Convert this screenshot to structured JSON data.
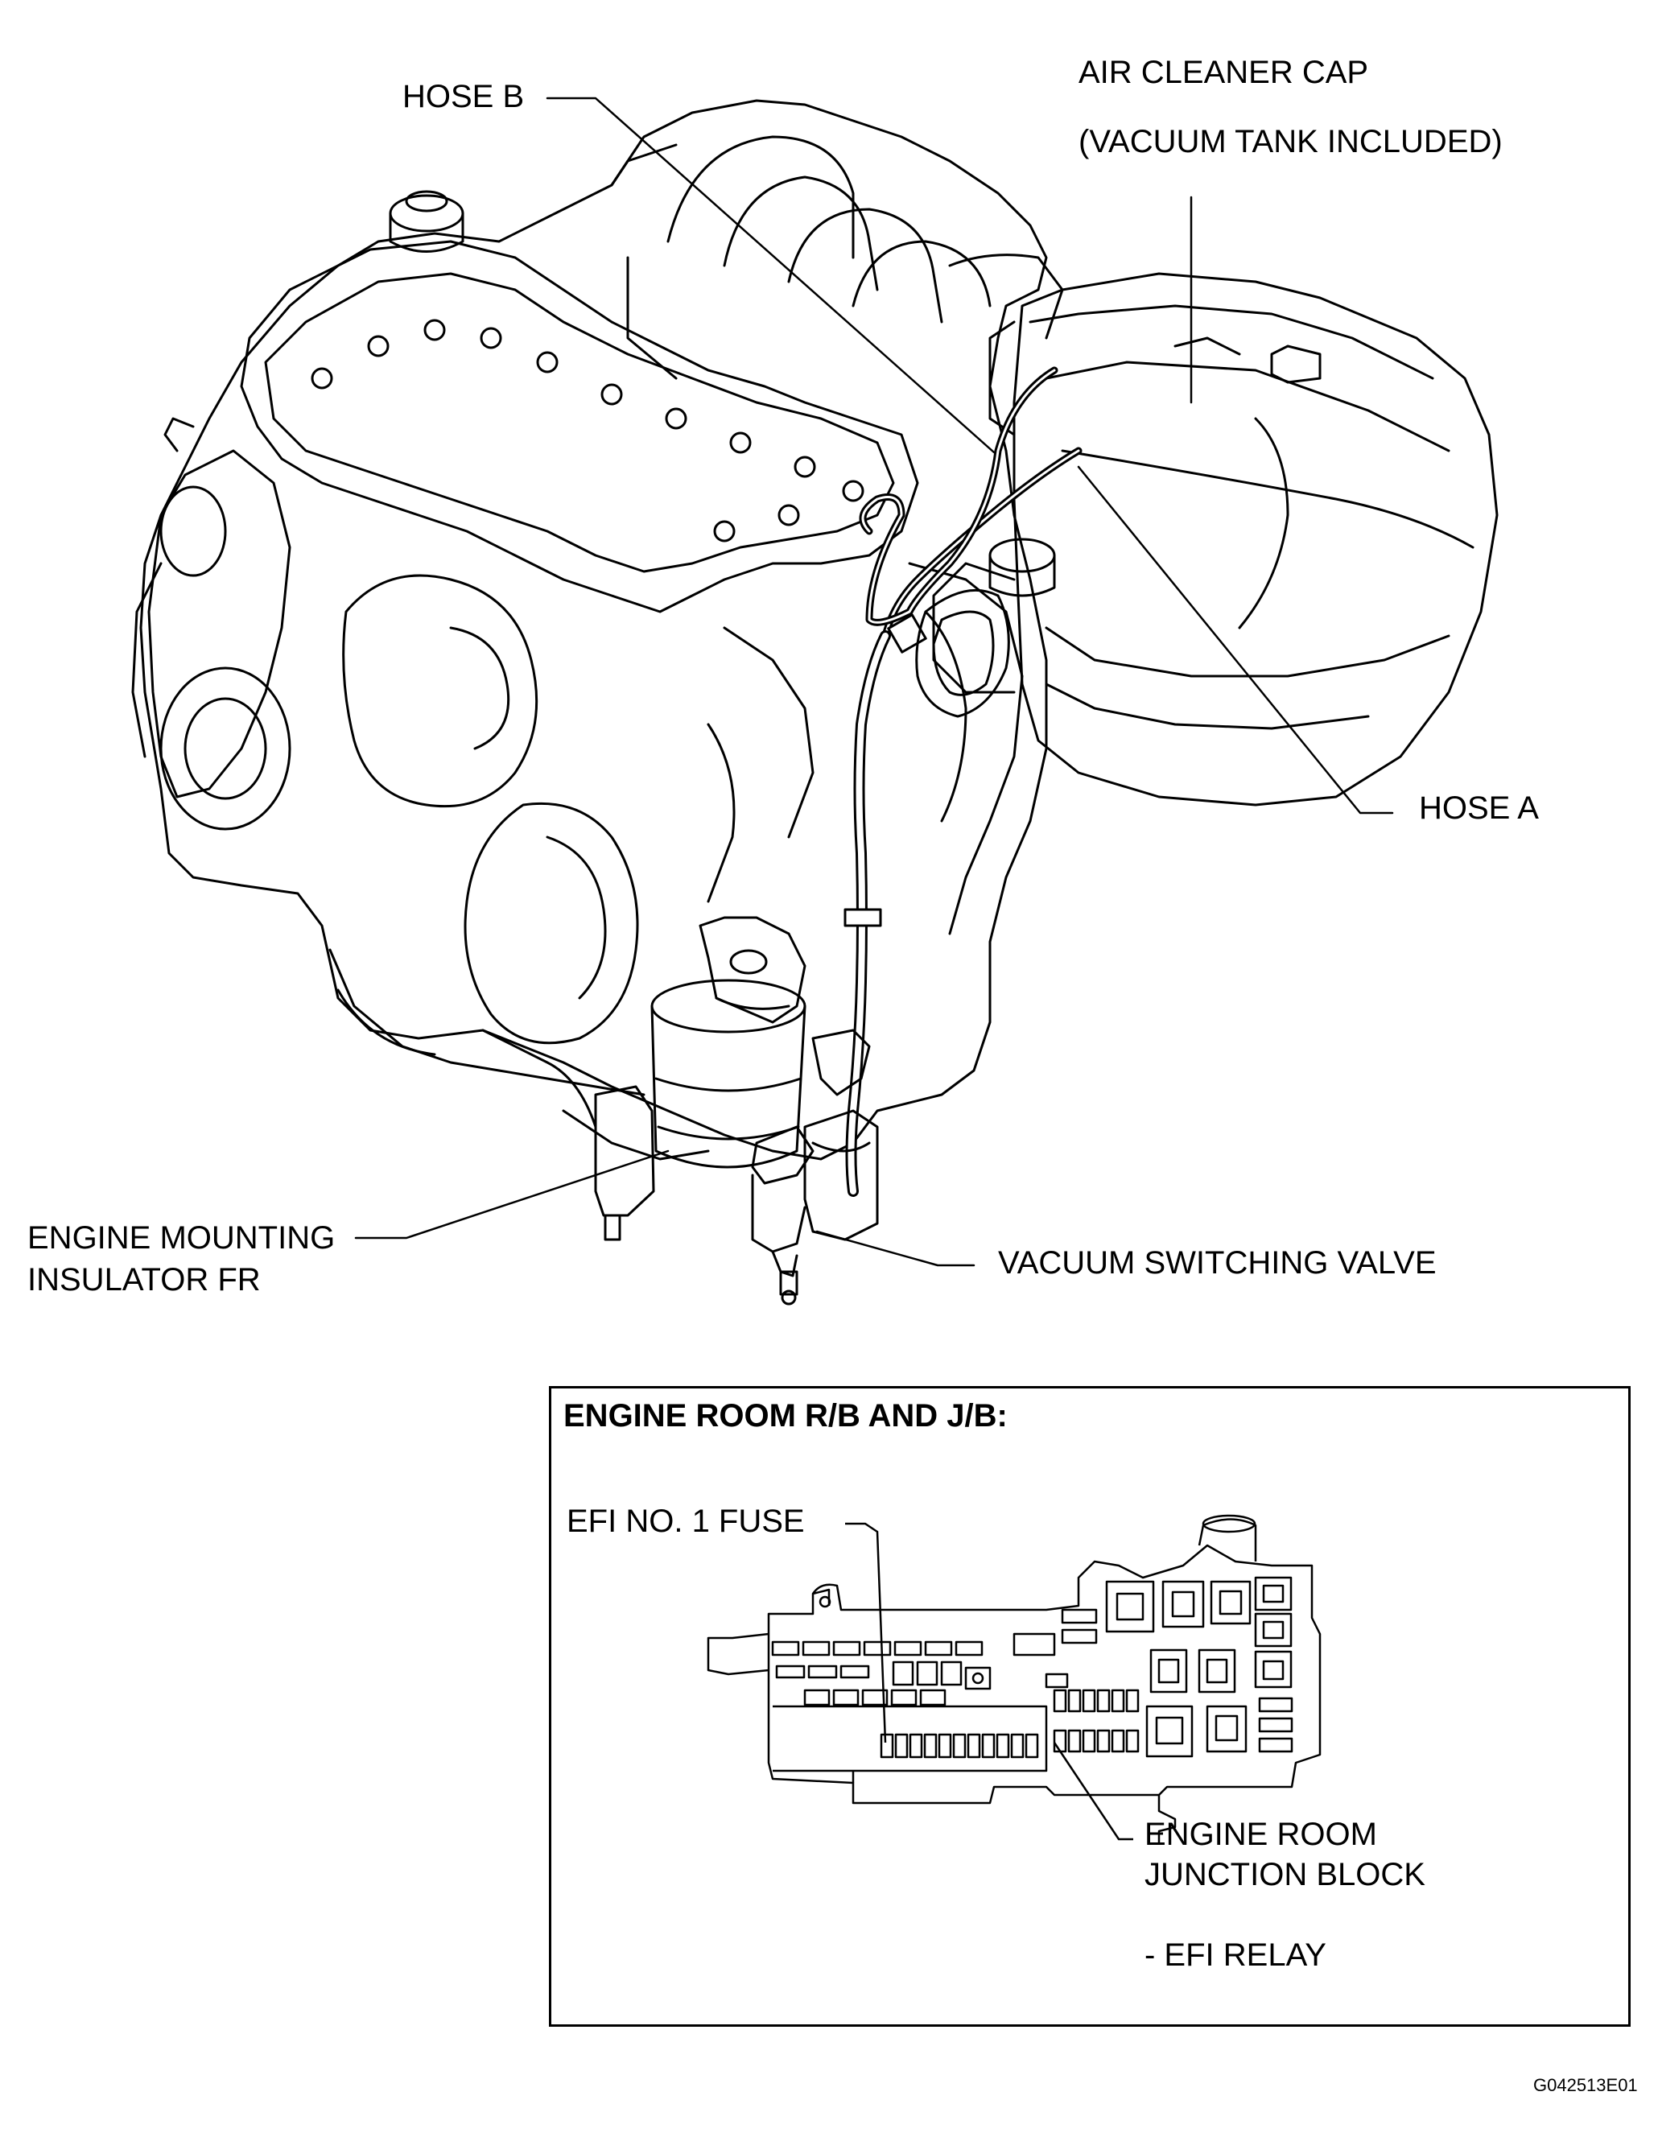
{
  "labels": {
    "hose_b": "HOSE B",
    "air_cleaner_cap_line1": "AIR CLEANER CAP",
    "air_cleaner_cap_line2": "(VACUUM TANK INCLUDED)",
    "hose_a": "HOSE A",
    "engine_mounting_line1": "ENGINE MOUNTING",
    "engine_mounting_line2": "INSULATOR FR",
    "vacuum_switching_valve": "VACUUM SWITCHING VALVE"
  },
  "inset": {
    "title": "ENGINE ROOM R/B AND J/B:",
    "efi_fuse": "EFI NO. 1 FUSE",
    "junction_block_line1": "ENGINE ROOM",
    "junction_block_line2": "JUNCTION BLOCK",
    "efi_relay": "- EFI RELAY"
  },
  "figure_code": "G042513E01"
}
